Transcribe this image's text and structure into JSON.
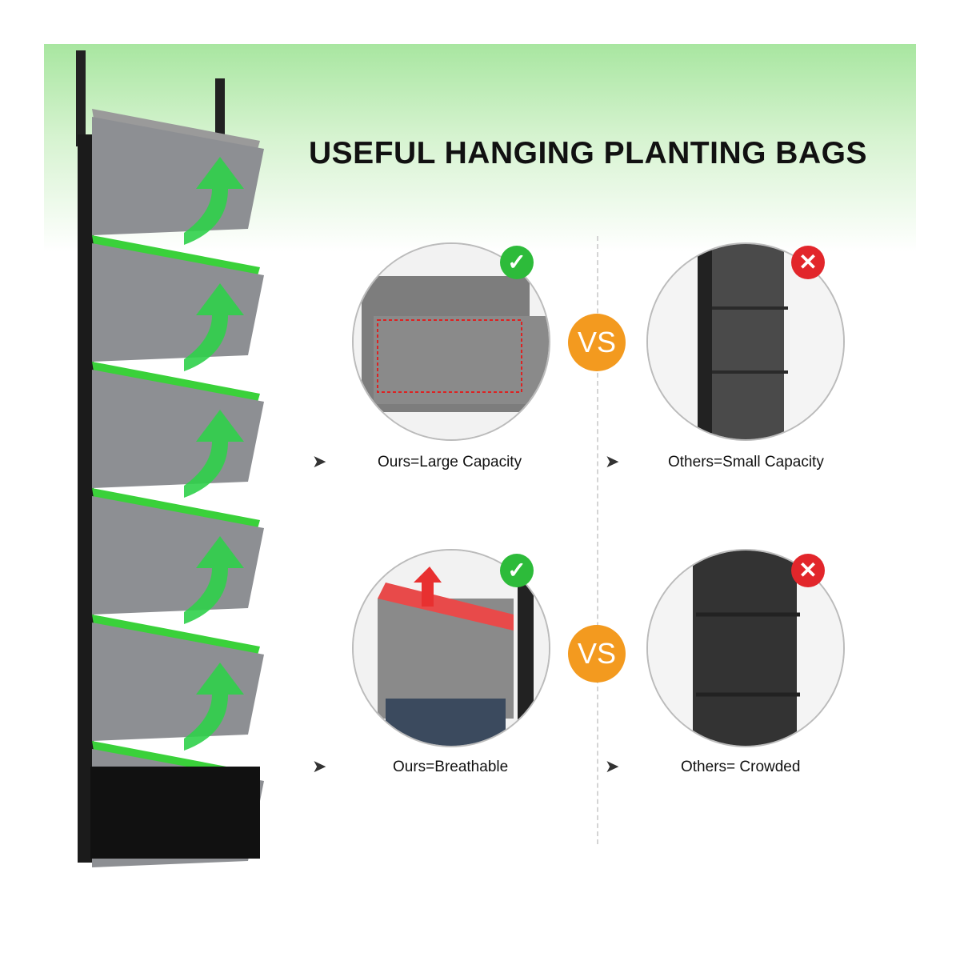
{
  "title": "USEFUL HANGING PLANTING BAGS",
  "comparisons": [
    {
      "ours_label": "Ours=Large Capacity",
      "others_label": "Others=Small Capacity",
      "vs": "VS"
    },
    {
      "ours_label": "Ours=Breathable",
      "others_label": "Others= Crowded",
      "vs": "VS"
    }
  ],
  "icons": {
    "ok": "check-icon",
    "bad": "cross-icon",
    "bullet": "arrow-bullet-icon"
  },
  "colors": {
    "accent_green": "#2dbb3a",
    "vs_orange": "#f39a1f",
    "bad_red": "#e2262b"
  }
}
